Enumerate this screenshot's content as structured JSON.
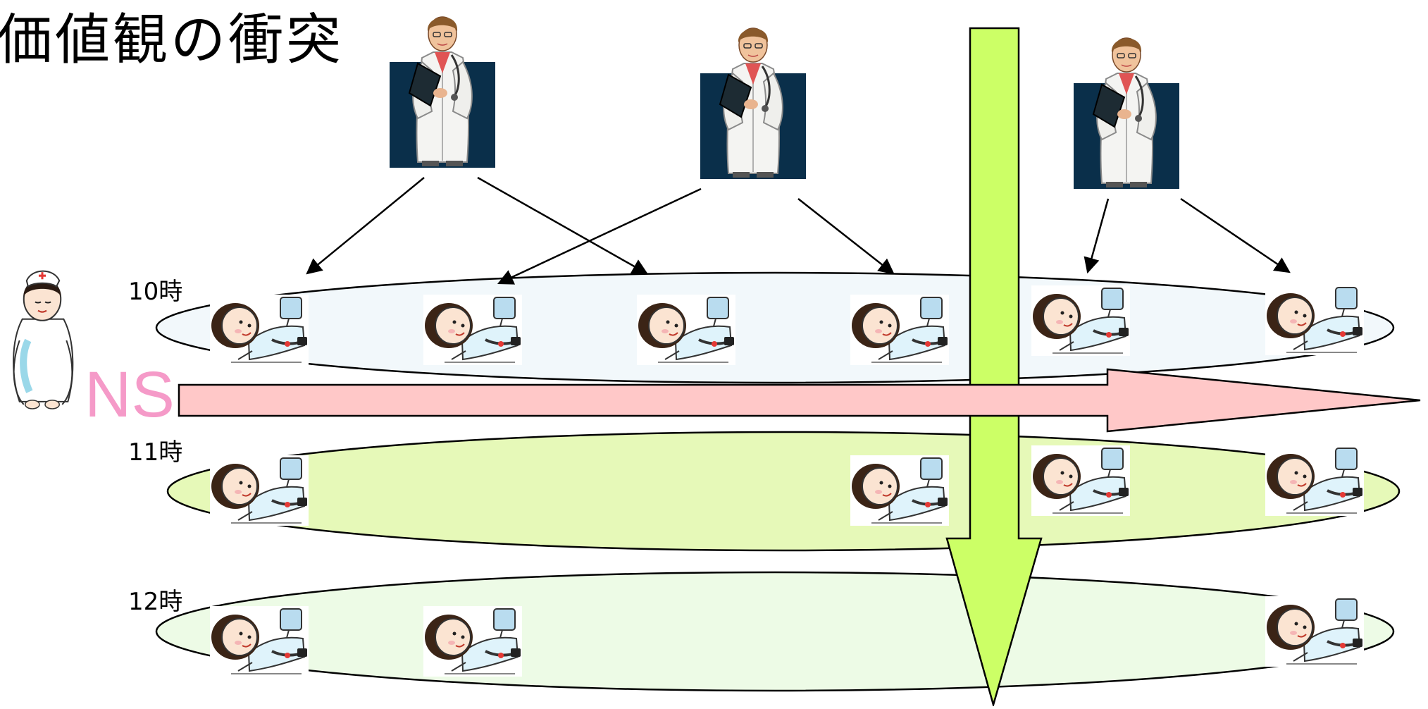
{
  "title": "価値観の衝突",
  "ns_label": "NS",
  "time_rows": [
    {
      "label": "10時",
      "fill": "#f2f8fb"
    },
    {
      "label": "11時",
      "fill": "#e6f9b8"
    },
    {
      "label": "12時",
      "fill": "#edfbe6"
    }
  ],
  "colors": {
    "nurse_arrow": "#ffc8c8",
    "doctor_arrow": "#ccff66",
    "doctor_backdrop": "#0a2f4a"
  },
  "icons": {
    "doctor": "doctor-icon",
    "nurse": "nurse-icon",
    "patient": "patient-in-bed-icon"
  }
}
